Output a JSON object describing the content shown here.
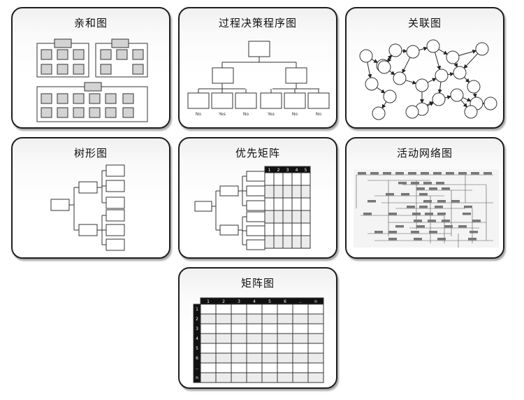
{
  "panels": [
    {
      "id": "affinity",
      "title": "亲和图"
    },
    {
      "id": "pdpc",
      "title": "过程决策程序图"
    },
    {
      "id": "relation",
      "title": "关联图"
    },
    {
      "id": "tree",
      "title": "树形图"
    },
    {
      "id": "priority",
      "title": "优先矩阵"
    },
    {
      "id": "network",
      "title": "活动网络图"
    },
    {
      "id": "matrix",
      "title": "矩阵图"
    }
  ],
  "pdpc_leaf_labels": [
    "No",
    "Yes",
    "No",
    "Yes",
    "No",
    "No"
  ],
  "priority_matrix_headers": [
    "1",
    "2",
    "3",
    "4",
    "5"
  ],
  "matrix_col_headers": [
    "1",
    "2",
    "3",
    "4",
    "5",
    "6",
    "..",
    "n"
  ],
  "matrix_row_headers": [
    "1",
    "2",
    "3",
    "4",
    "5",
    "6",
    "..",
    "n"
  ],
  "colors": {
    "border": "#1e1e1e",
    "box": "#d0d0d0",
    "header": "#111111"
  }
}
